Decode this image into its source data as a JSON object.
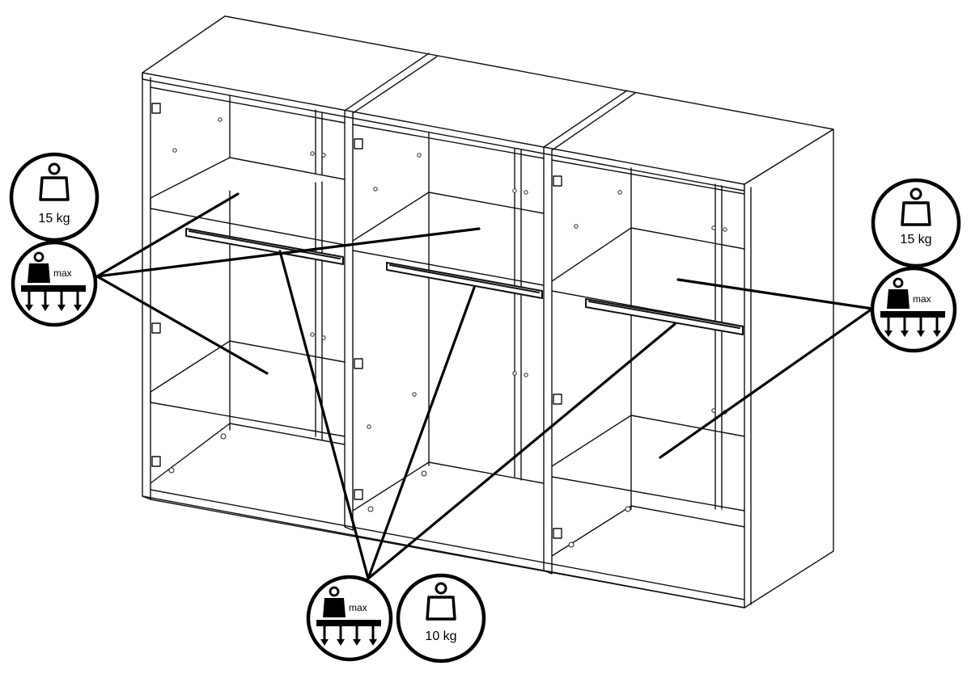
{
  "badges": {
    "left_weight": "15 kg",
    "right_weight": "15 kg",
    "bottom_weight": "10 kg",
    "max_label": "max"
  }
}
